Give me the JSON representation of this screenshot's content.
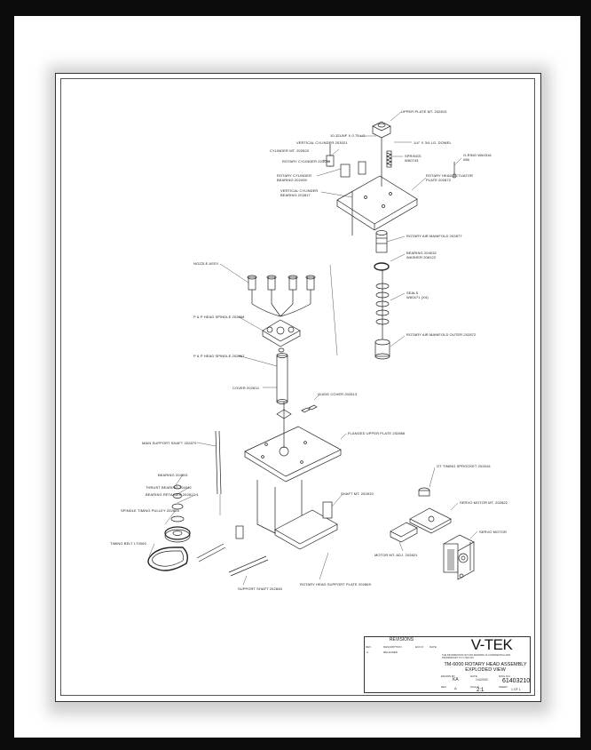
{
  "labels": {
    "upper_plate": "UPPER PLATE MT. 202819",
    "m3_screw": "10-32UNF X 0.75 LG.",
    "dowel": "1/4\" X 3/4 LG. DOWEL",
    "vertical_cylinder": "VERTICAL CYLINDER 203021",
    "cylinder_mt": "CYLINDER MT. 202820",
    "springs": "SPRINGS W60743",
    "o_ring": "O-RING W60316 086",
    "rotary_cylinder": "ROTARY CYLINDER 203040",
    "rotary_cylinder_bearing": "ROTARY CYLINDER BEARING 202499",
    "rotary_head_actuator_plate": "ROTARY HEAD ACTUATOR PLATE 202872",
    "vertical_cylinder_bearing": "VERTICAL CYLINDER BEARING 202817",
    "rotary_air_manifold": "ROTARY AIR MANIFOLD 202877",
    "nozzle_assy": "NOZZLE ASSY.",
    "bearing_washer": "BEARING 204032 WASHER 208122",
    "seals": "SEALS W60471 (X4)",
    "p_and_p_spindle": "P & P HEAD SPINDLE 202868",
    "rotary_manifold_outer": "ROTARY AIR MANIFOLD OUTER 202872",
    "p_and_p_spindle_2": "P & P HEAD SPINDLE 202867",
    "cover": "COVER 202814",
    "guide_cover": "GUIDE COVER 202813",
    "main_support_shaft": "MAIN SUPPORT SHAFT 202879",
    "flanged_upper_plate": "FLANGED UPPER PLATE 202866",
    "bearing": "BEARING 204091",
    "thrust_bearing": "THRUST BEARING 204042",
    "bearing_retainer": "BEARING RETAINER 202817-1",
    "spindle_timing_pulley": "SPINDLE TIMING PULLEY 202828",
    "timing_belt": "TIMING BELT LT0060",
    "shaft_mt": "SHAFT MT. 202819",
    "gt_timing_sprocket": "GT TIMING SPROCKET 202816",
    "servo_motor_mt": "SERVO MOTOR MT. 202822",
    "servo_motor": "SERVO MOTOR",
    "motor_mt_adj": "MOTOR MT. ADJ. 202821",
    "support_shaft": "SUPPORT SHAFT 202848",
    "rotary_head_support_plate": "ROTARY HEAD SUPPORT PLATE 202869"
  },
  "title_block": {
    "revisions_title": "REVISIONS",
    "rev_headers": [
      "REV",
      "DESCRIPTION",
      "ECO #",
      "DATE"
    ],
    "rev_row": [
      "A",
      "RELEASED",
      "",
      ""
    ],
    "company": "V-TEK",
    "company_note": "THE INFORMATION ON THIS DRAWING IS CONFIDENTIAL AND PROPRIETARY TO V-TEK INC.",
    "title": "TM-6000 ROTARY HEAD ASSEMBLY EXPLODED VIEW",
    "drawn_by_label": "DRAWN BY",
    "drawn_by": "KA",
    "rev_label": "REV",
    "rev": "A",
    "date_label": "DATE",
    "date": "1/4/2003",
    "dwg_no_label": "DWG NO.",
    "dwg_no": "61403210",
    "material_label": "MATERIAL",
    "scale_label": "SCALE",
    "scale": "2:1",
    "sheet_label": "SHEET",
    "sheet": "1 OF 1"
  }
}
